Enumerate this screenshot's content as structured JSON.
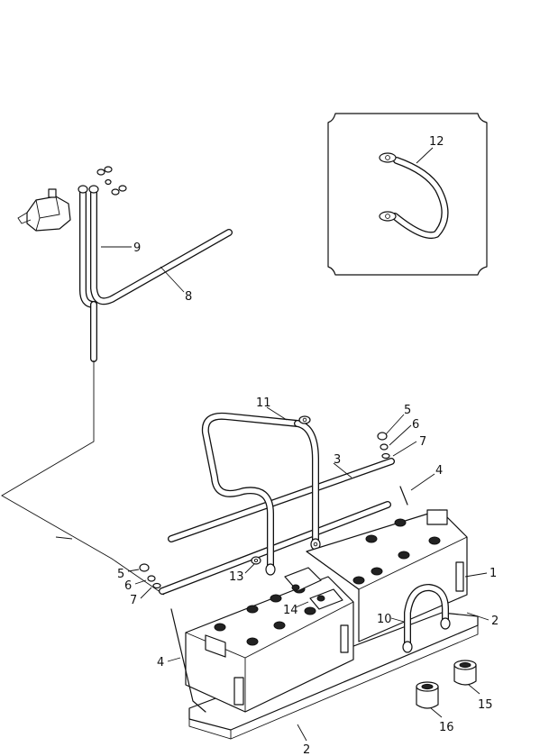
{
  "callouts": [
    {
      "id": "c12",
      "text": "12"
    },
    {
      "id": "c9",
      "text": "9"
    },
    {
      "id": "c8",
      "text": "8"
    },
    {
      "id": "c11",
      "text": "11"
    },
    {
      "id": "c5a",
      "text": "5"
    },
    {
      "id": "c6a",
      "text": "6"
    },
    {
      "id": "c7a",
      "text": "7"
    },
    {
      "id": "c3",
      "text": "3"
    },
    {
      "id": "c4a",
      "text": "4"
    },
    {
      "id": "c1",
      "text": "1"
    },
    {
      "id": "c2a",
      "text": "2"
    },
    {
      "id": "c13",
      "text": "13"
    },
    {
      "id": "c5b",
      "text": "5"
    },
    {
      "id": "c6b",
      "text": "6"
    },
    {
      "id": "c7b",
      "text": "7"
    },
    {
      "id": "c14",
      "text": "14"
    },
    {
      "id": "c10",
      "text": "10"
    },
    {
      "id": "c4b",
      "text": "4"
    },
    {
      "id": "c15",
      "text": "15"
    },
    {
      "id": "c16",
      "text": "16"
    },
    {
      "id": "c2b",
      "text": "2"
    }
  ]
}
